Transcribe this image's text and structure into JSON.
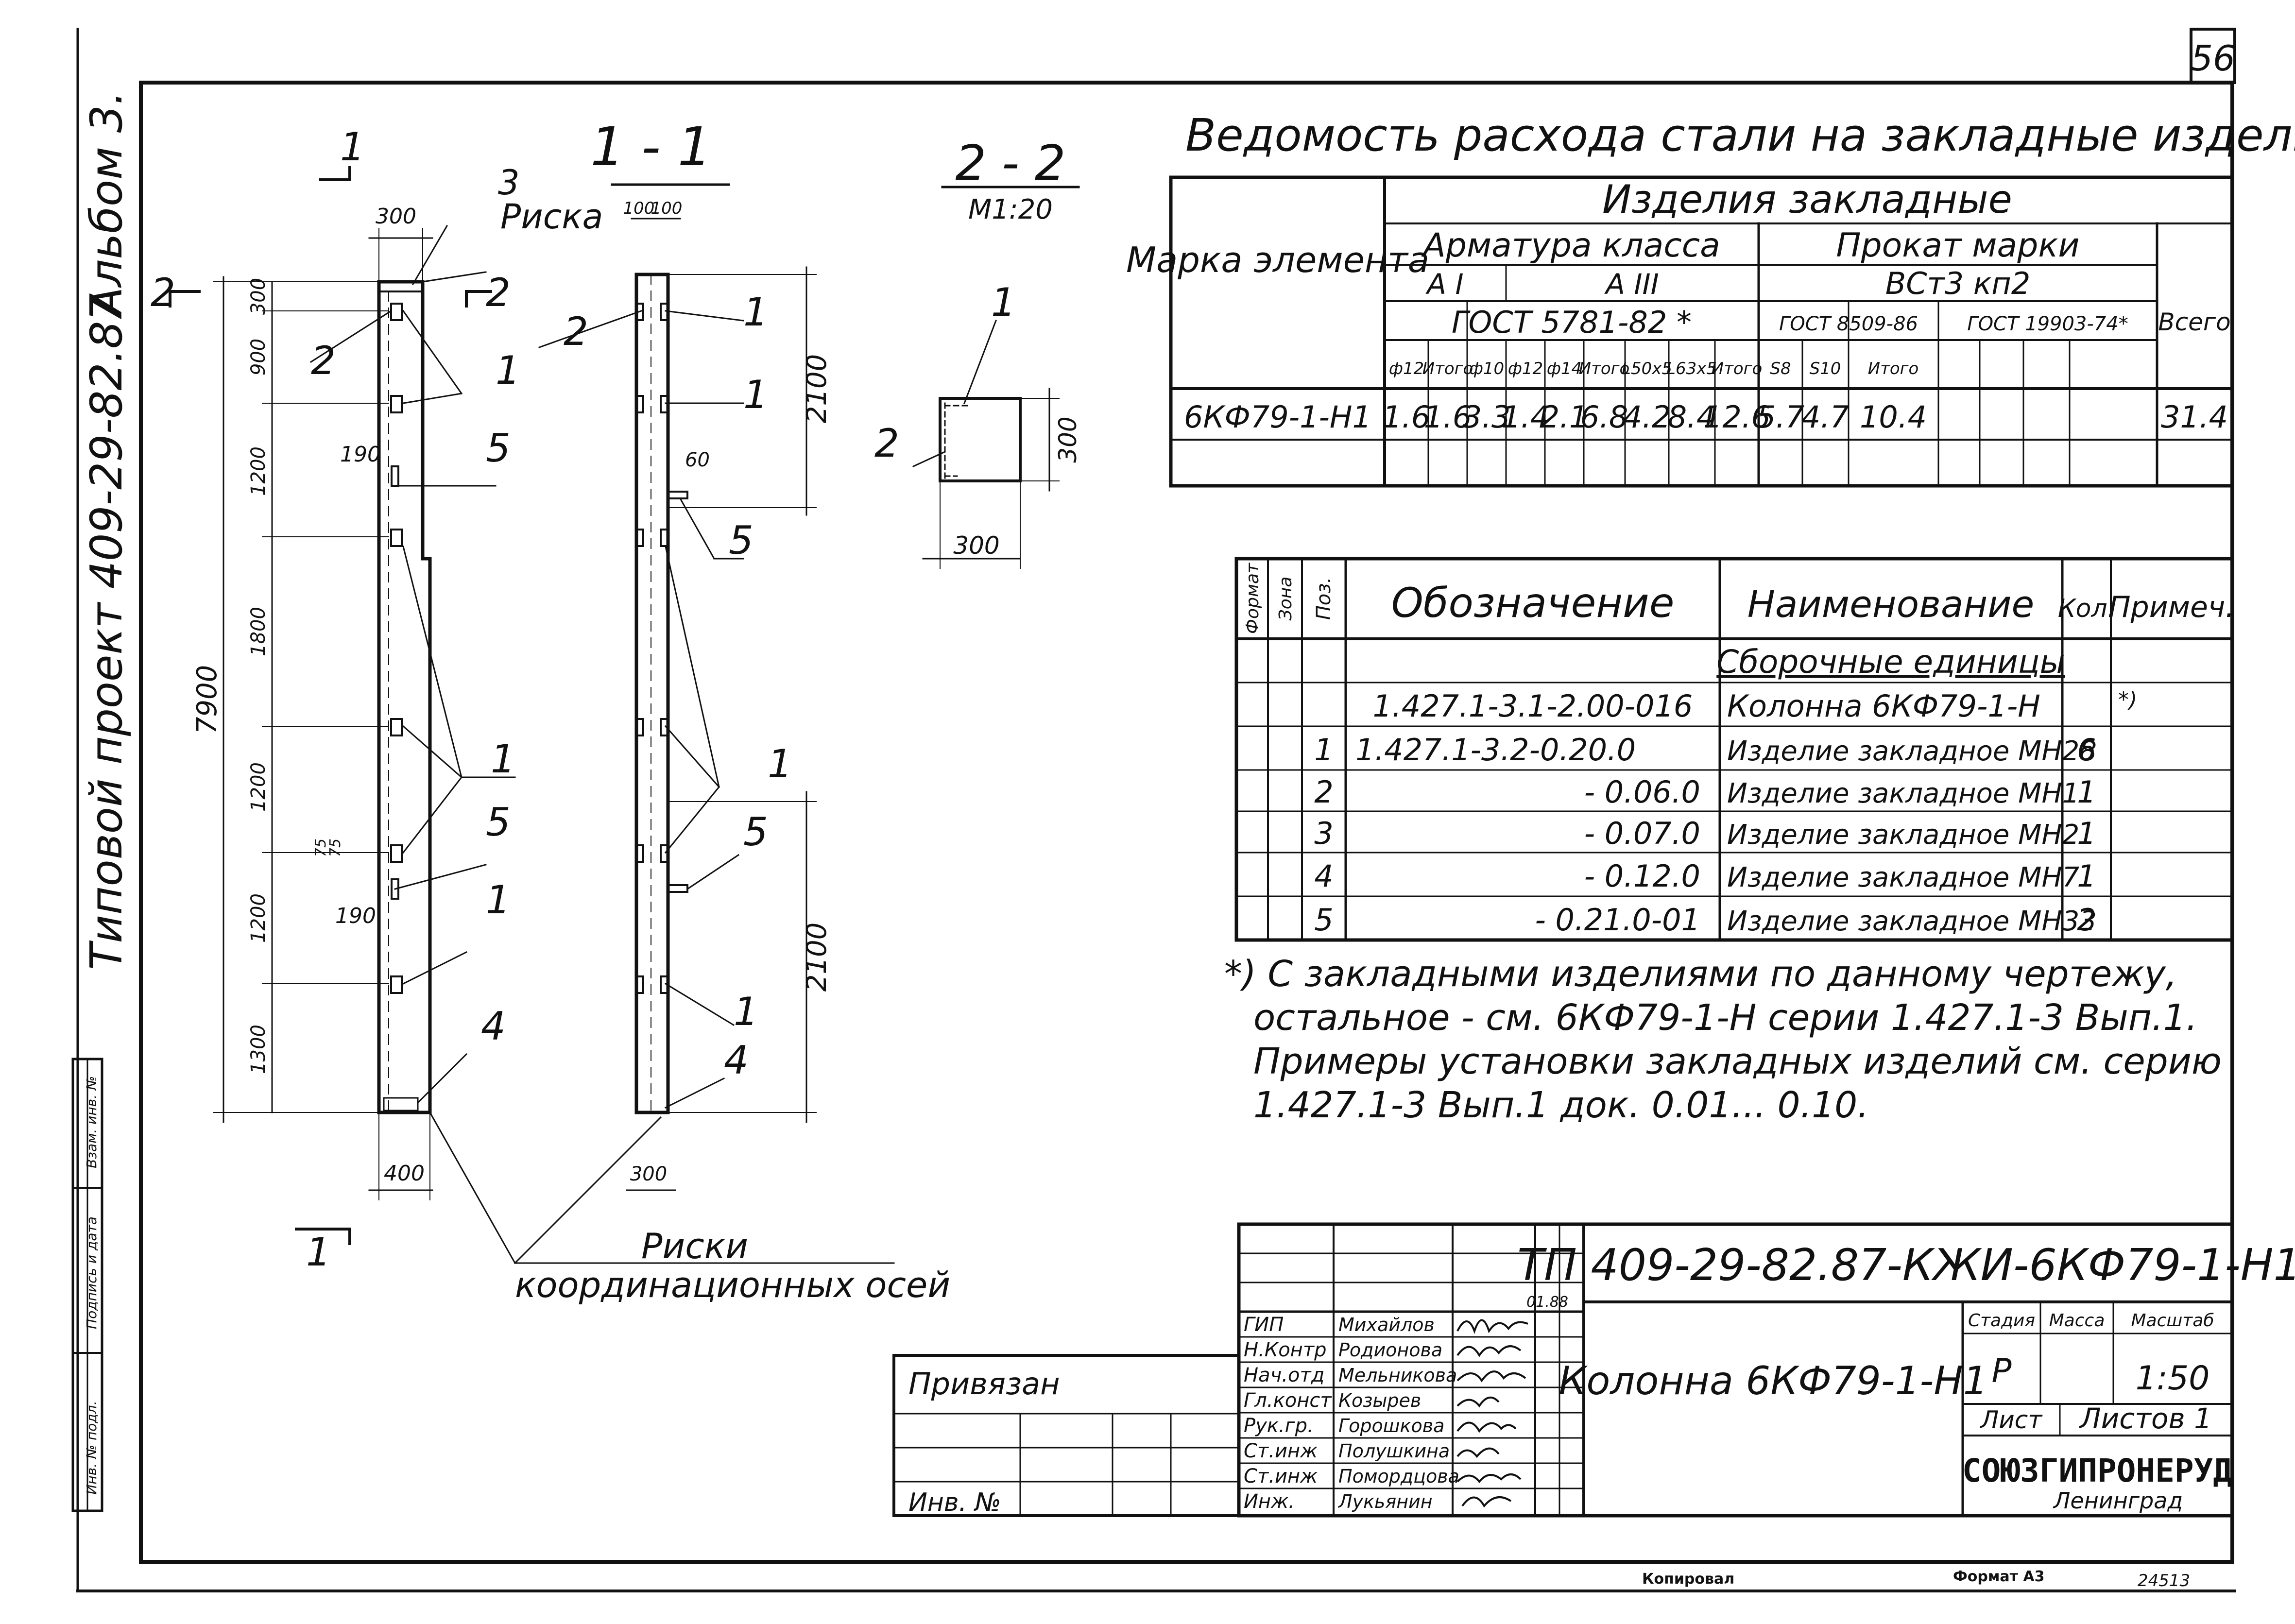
{
  "sheet": {
    "number": "56",
    "album_label": "Альбом 3.",
    "project_label": "Типовой проект 409-29-82.87",
    "copied_label": "Копировал",
    "format_label": "Формат А3",
    "inventory_stamp": "24513"
  },
  "side_stamp": {
    "cells": [
      "Инв. № подл.",
      "Подпись и дата",
      "Взам. инв. №"
    ]
  },
  "elevation": {
    "dims": [
      "300",
      "300",
      "900",
      "1200",
      "1800",
      "1200",
      "75",
      "75",
      "1200",
      "1300",
      "7900",
      "400"
    ],
    "callouts": {
      "section1": "1",
      "section2": "2",
      "riska": "Риска",
      "p1": "1",
      "p2": "2",
      "p3": "3",
      "p4": "4",
      "p5": "5",
      "d190a": "190",
      "d190b": "190"
    }
  },
  "section_1_1": {
    "title": "1 - 1",
    "dims": [
      "100",
      "100",
      "2100",
      "60",
      "2100",
      "300"
    ],
    "callouts": {
      "p1": "1",
      "p2": "2",
      "p4": "4",
      "p5": "5"
    }
  },
  "section_2_2": {
    "title": "2 - 2",
    "scale": "М1:20",
    "dims": [
      "300",
      "300"
    ],
    "callouts": {
      "p1": "1",
      "p2": "2"
    }
  },
  "coord_marks": {
    "line1": "Риски",
    "line2": "координационных осей"
  },
  "steel_table": {
    "title": "Ведомость расхода стали на закладные изделия, кг.",
    "mark_header": "Марка элемента",
    "group_header": "Изделия закладные",
    "rebar_header": "Арматура класса",
    "rolled_header": "Прокат марки",
    "class_a1": "А I",
    "class_a3": "А III",
    "gost_rebar": "ГОСТ 5781-82 *",
    "steel_grade": "ВСт3 кп2",
    "gost_8509": "ГОСТ 8509-86",
    "gost_19903": "ГОСТ 19903-74*",
    "total_header": "Всего",
    "subheaders": [
      "ф12",
      "Итого",
      "ф10",
      "ф12",
      "ф14",
      "Итого",
      "L50х5",
      "L63х5",
      "Итого",
      "S8",
      "S10",
      "Итого"
    ],
    "row": {
      "mark": "6КФ79-1-Н1",
      "values": [
        "1.6",
        "1.6",
        "3.3",
        "1.4",
        "2.1",
        "6.8",
        "4.2",
        "8.4",
        "12.6",
        "5.7",
        "4.7",
        "10.4"
      ],
      "total": "31.4"
    }
  },
  "spec_table": {
    "headers": {
      "format": "Формат",
      "zone": "Зона",
      "pos": "Поз.",
      "designation": "Обозначение",
      "name": "Наименование",
      "qty": "Кол.",
      "note": "Примеч."
    },
    "section_title": "Сборочные единицы",
    "rows": [
      {
        "pos": "",
        "designation": "1.427.1-3.1-2.00-016",
        "name": "Колонна 6КФ79-1-Н",
        "qty": "",
        "note": "*)"
      },
      {
        "pos": "1",
        "designation": "1.427.1-3.2-0.20.0",
        "name": "Изделие закладное МН28",
        "qty": "6",
        "note": ""
      },
      {
        "pos": "2",
        "designation": "- 0.06.0",
        "name": "Изделие закладное МН1",
        "qty": "1",
        "note": ""
      },
      {
        "pos": "3",
        "designation": "- 0.07.0",
        "name": "Изделие закладное МН2",
        "qty": "1",
        "note": ""
      },
      {
        "pos": "4",
        "designation": "- 0.12.0",
        "name": "Изделие закладное МН7",
        "qty": "1",
        "note": ""
      },
      {
        "pos": "5",
        "designation": "- 0.21.0-01",
        "name": "Изделие закладное МН33",
        "qty": "2",
        "note": ""
      }
    ]
  },
  "footnote": [
    "*) С закладными изделиями по данному чертежу,",
    "остальное - см. 6КФ79-1-Н серии 1.427.1-3 Вып.1.",
    "Примеры установки закладных изделий см. серию",
    "1.427.1-3 Вып.1 док. 0.01... 0.10."
  ],
  "binding": {
    "label": "Привязан",
    "inv_label": "Инв. №"
  },
  "title_block": {
    "doc_code": "ТП 409-29-82.87-КЖИ-6КФ79-1-Н1",
    "name": "Колонна 6КФ79-1-Н1",
    "stage_label": "Стадия",
    "mass_label": "Масса",
    "scale_label": "Масштаб",
    "stage": "Р",
    "scale": "1:50",
    "sheet_label": "Лист",
    "sheets_label": "Листов 1",
    "org": "СОЮЗГИПРОНЕРУД",
    "city": "Ленинград",
    "date": "01.88",
    "roles": [
      "ГИП",
      "Н.Контр",
      "Нач.отд",
      "Гл.конст",
      "Рук.гр.",
      "Ст.инж",
      "Ст.инж",
      "Инж."
    ],
    "people": [
      "Михайлов",
      "Родионова",
      "Мельникова",
      "Козырев",
      "Горошкова",
      "Полушкина",
      "Помордцова",
      "Лукьянин"
    ]
  }
}
